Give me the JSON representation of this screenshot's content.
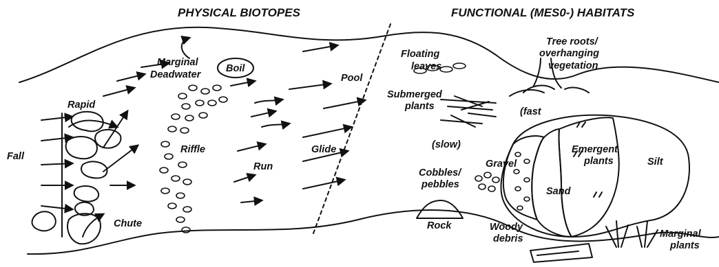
{
  "headers": {
    "left": "PHYSICAL BIOTOPES",
    "right": "FUNCTIONAL (MES0-) HABITATS"
  },
  "biotopes": {
    "fall": "Fall",
    "rapid": "Rapid",
    "chute": "Chute",
    "marginal_deadwater_line1": "Marginal",
    "marginal_deadwater_line2": "Deadwater",
    "boil": "Boil",
    "riffle": "Riffle",
    "run": "Run",
    "glide": "Glide",
    "pool": "Pool"
  },
  "habitats": {
    "floating_leaves_line1": "Floating",
    "floating_leaves_line2": "leaves",
    "tree_roots_line1": "Tree roots/",
    "tree_roots_line2": "overhanging",
    "tree_roots_line3": "vegetation",
    "submerged_plants_line1": "Submerged",
    "submerged_plants_line2": "plants",
    "fast": "(fast",
    "slow": "(slow)",
    "gravel": "Gravel",
    "cobbles_line1": "Cobbles/",
    "cobbles_line2": "pebbles",
    "sand": "Sand",
    "emergent_plants_line1": "Emergent",
    "emergent_plants_line2": "plants",
    "silt": "Silt",
    "rock": "Rock",
    "woody_debris_line1": "Woody",
    "woody_debris_line2": "debris",
    "marginal_plants_line1": "Marginal",
    "marginal_plants_line2": "plants"
  }
}
